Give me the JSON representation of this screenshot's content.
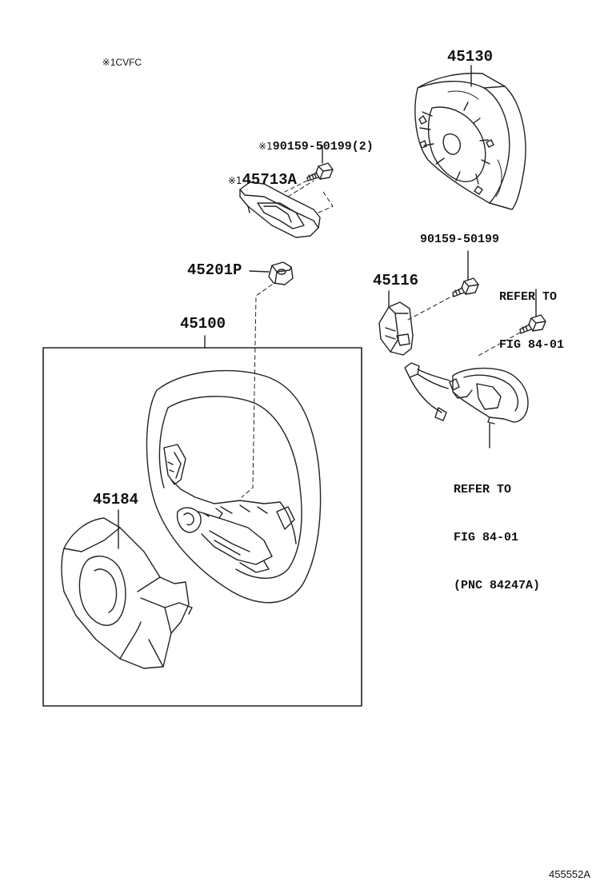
{
  "legend": {
    "mark": "※1",
    "text": "CVFC"
  },
  "labels": {
    "pad": "45130",
    "bolt_top_mark": "※1",
    "bolt_top": "90159-50199(2)",
    "cover_mark": "※1",
    "cover": "45713A",
    "bolt_mid": "90159-50199",
    "refer_top": [
      "REFER TO",
      "FIG 84-01"
    ],
    "nut": "45201P",
    "switch": "45116",
    "wheel_assy": "45100",
    "column_cover": "45184",
    "refer_bottom": [
      "REFER TO",
      "FIG 84-01",
      "(PNC 84247A)"
    ]
  },
  "figure_code": "455552A"
}
